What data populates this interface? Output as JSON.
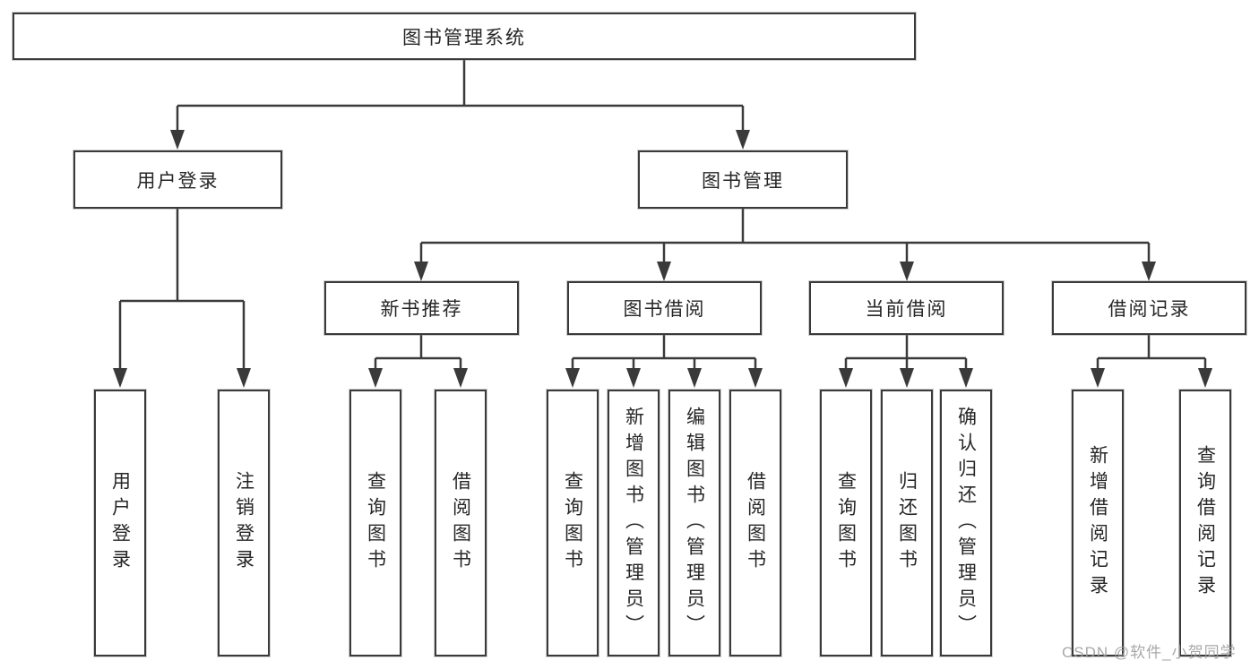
{
  "root": {
    "label": "图书管理系统"
  },
  "branches": {
    "user_login": {
      "label": "用户登录",
      "children": [
        "用户登录",
        "注销登录"
      ]
    },
    "book_management": {
      "label": "图书管理",
      "children": {
        "new_book_recommend": {
          "label": "新书推荐",
          "children": [
            "查询图书",
            "借阅图书"
          ]
        },
        "book_borrowing": {
          "label": "图书借阅",
          "children": [
            "查询图书",
            "新增图书（管理员）",
            "编辑图书（管理员）",
            "借阅图书"
          ]
        },
        "current_borrowing": {
          "label": "当前借阅",
          "children": [
            "查询图书",
            "归还图书",
            "确认归还（管理员）"
          ]
        },
        "borrowing_records": {
          "label": "借阅记录",
          "children": [
            "新增借阅记录",
            "查询借阅记录"
          ]
        }
      }
    }
  },
  "watermark": "CSDN @软件_小贺同学",
  "colors": {
    "line": "#3a3a3a",
    "text": "#262626",
    "watermark": "#9e9e9e",
    "background": "#ffffff"
  }
}
